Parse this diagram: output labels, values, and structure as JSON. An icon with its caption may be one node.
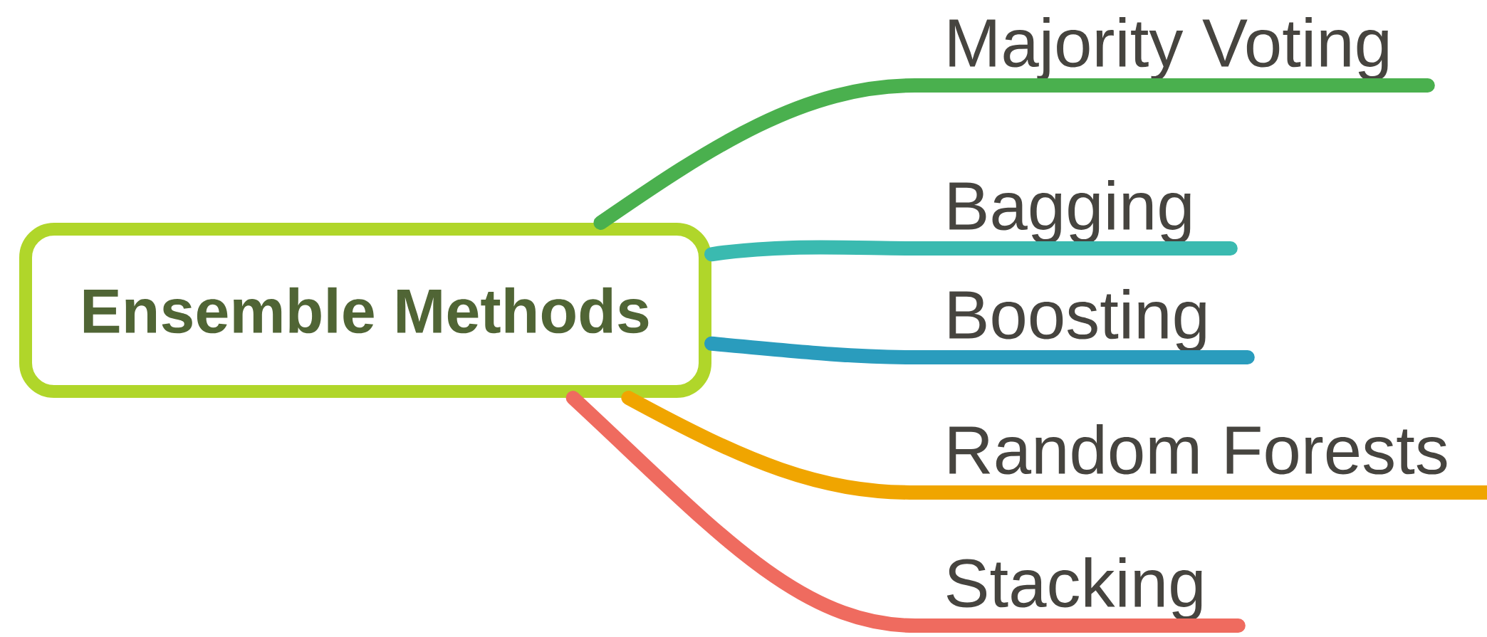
{
  "diagram": {
    "nodes": [
      {
        "text": [
          "Ensemble Methods"
        ]
      },
      {
        "text": [
          "Majority Voting"
        ]
      },
      {
        "text": [
          "Bagging"
        ]
      },
      {
        "text": [
          "Boosting"
        ]
      },
      {
        "text": [
          "Random Forests"
        ]
      },
      {
        "text": [
          "Stacking"
        ]
      }
    ],
    "edges": [
      {
        "from": 0,
        "to": 1,
        "arrow": "none",
        "color": "#4ab04e"
      },
      {
        "from": 0,
        "to": 2,
        "arrow": "none",
        "color": "#3abab0"
      },
      {
        "from": 0,
        "to": 3,
        "arrow": "none",
        "color": "#2a9cbd"
      },
      {
        "from": 0,
        "to": 4,
        "arrow": "none",
        "color": "#f0a500"
      },
      {
        "from": 0,
        "to": 5,
        "arrow": "none",
        "color": "#ef6b5f"
      }
    ]
  }
}
